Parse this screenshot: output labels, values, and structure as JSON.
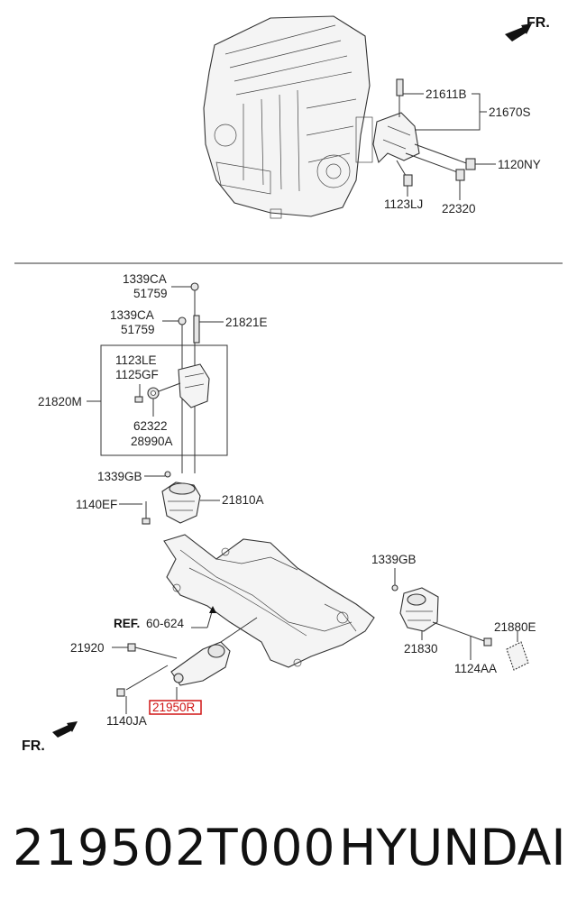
{
  "diagram": {
    "orientation_top": "FR.",
    "orientation_bottom": "FR.",
    "reference_prefix": "REF.",
    "reference_value": "60-624",
    "labels": {
      "l21611B": "21611B",
      "l21670S": "21670S",
      "l1120NY": "1120NY",
      "l1123LJ": "1123LJ",
      "l22320": "22320",
      "l1339CA_a": "1339CA",
      "l51759_a": "51759",
      "l1339CA_b": "1339CA",
      "l51759_b": "51759",
      "l21821E": "21821E",
      "l1123LE": "1123LE",
      "l1125GF": "1125GF",
      "l21820M": "21820M",
      "l62322": "62322",
      "l28990A": "28990A",
      "l1339GB_a": "1339GB",
      "l1140EF": "1140EF",
      "l21810A": "21810A",
      "l1339GB_b": "1339GB",
      "l21880E": "21880E",
      "l21920": "21920",
      "l21830": "21830",
      "l1124AA": "1124AA",
      "l21950R": "21950R",
      "l1140JA": "1140JA"
    },
    "highlight_color": "#d01616"
  },
  "footer": {
    "part_number": "219502T000",
    "brand": "HYUNDAI"
  }
}
